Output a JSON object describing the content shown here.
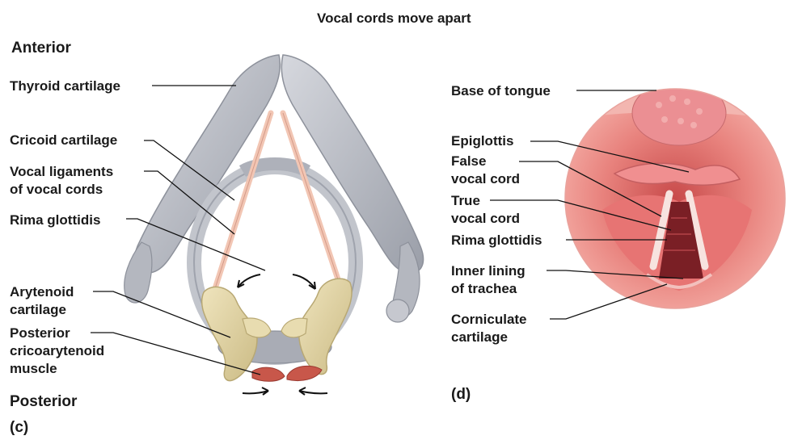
{
  "figure": {
    "title": "Vocal cords move apart",
    "panel_c": {
      "panel_letter": "(c)",
      "orientation_top": "Anterior",
      "orientation_bottom": "Posterior",
      "labels": {
        "thyroid": "Thyroid cartilage",
        "cricoid": "Cricoid cartilage",
        "vocal_ligaments": "Vocal ligaments\nof vocal cords",
        "rima": "Rima glottidis",
        "arytenoid": "Arytenoid\ncartilage",
        "posterior_muscle": "Posterior\ncricoarytenoid\nmuscle"
      }
    },
    "panel_d": {
      "panel_letter": "(d)",
      "labels": {
        "base_tongue": "Base of tongue",
        "epiglottis": "Epiglottis",
        "false_cord": "False\nvocal cord",
        "true_cord": "True\nvocal cord",
        "rima": "Rima glottidis",
        "inner_lining": "Inner lining\nof trachea",
        "corniculate": "Corniculate\ncartilage"
      }
    },
    "colors": {
      "cartilage_gray": "#b9bcc4",
      "arytenoid_tan": "#e3d6a6",
      "ligament_pink": "#f2c6b4",
      "muscle_red": "#c8574a",
      "tissue_pink": "#e87f7c"
    }
  }
}
